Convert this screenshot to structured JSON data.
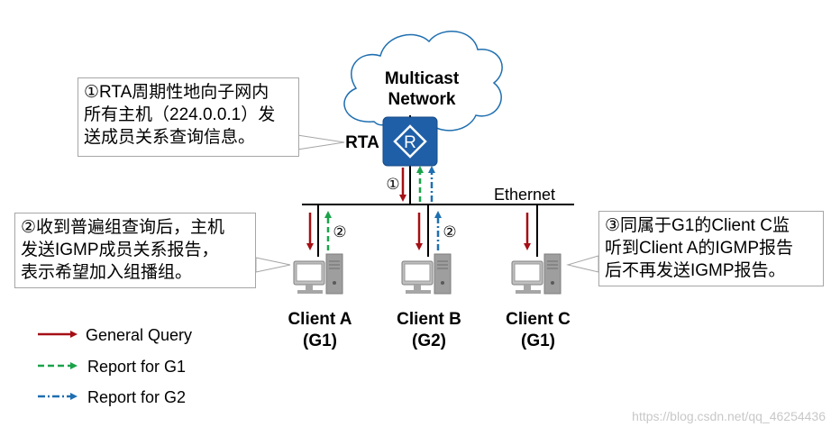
{
  "cloud": {
    "line1": "Multicast",
    "line2": "Network"
  },
  "router": {
    "label": "RTA",
    "symbol": "R"
  },
  "segment": {
    "label": "Ethernet"
  },
  "markers": {
    "step1": "①",
    "step2": "②"
  },
  "callouts": {
    "c1": "①RTA周期性地向子网内\n所有主机（224.0.0.1）发\n送成员关系查询信息。",
    "c2": "②收到普遍组查询后，主机\n发送IGMP成员关系报告，\n表示希望加入组播组。",
    "c3": "③同属于G1的Client C监\n听到Client A的IGMP报告\n后不再发送IGMP报告。"
  },
  "clients": [
    {
      "name": "Client A",
      "group": "(G1)"
    },
    {
      "name": "Client B",
      "group": "(G2)"
    },
    {
      "name": "Client C",
      "group": "(G1)"
    }
  ],
  "legend": [
    {
      "label": "General Query",
      "color": "#a50f15",
      "style": "solid"
    },
    {
      "label": "Report for G1",
      "color": "#1aa34a",
      "style": "dashed"
    },
    {
      "label": "Report for G2",
      "color": "#1f6fb0",
      "style": "dash-dot"
    }
  ],
  "watermark": "https://blog.csdn.net/qq_46254436",
  "colors": {
    "router": "#1f5fa8",
    "query": "#a50f15",
    "reportG1": "#1aa34a",
    "reportG2": "#1f6fb0"
  }
}
